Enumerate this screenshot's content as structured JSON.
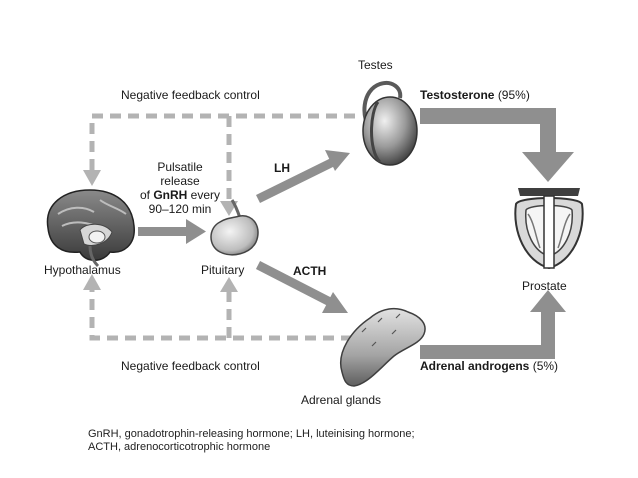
{
  "feedback": {
    "top": "Negative feedback control",
    "bottom": "Negative feedback control"
  },
  "release_note": {
    "line1": "Pulsatile",
    "line2": "release",
    "line3_prefix": "of ",
    "line3_bold": "GnRH",
    "line3_suffix": " every",
    "line4": "90–120 min"
  },
  "organs": {
    "hypothalamus": "Hypothalamus",
    "pituitary": "Pituitary",
    "testes": "Testes",
    "adrenal_glands": "Adrenal glands",
    "prostate": "Prostate"
  },
  "hormones": {
    "lh": "LH",
    "acth": "ACTH",
    "testosterone": "Testosterone",
    "testosterone_share": "(95%)",
    "adrenal_androgens": "Adrenal androgens",
    "adrenal_share": "(5%)"
  },
  "caption": {
    "line1": "GnRH, gonadotrophin-releasing hormone; LH, luteinising hormone;",
    "line2": "ACTH, adrenocorticotrophic hormone"
  },
  "colors": {
    "arrow": "#8f8f8f",
    "dashed": "#b3b3b3",
    "organ_dark": "#3d3d3d",
    "organ_mid": "#8a8a8a",
    "organ_light": "#d9d9d9"
  }
}
